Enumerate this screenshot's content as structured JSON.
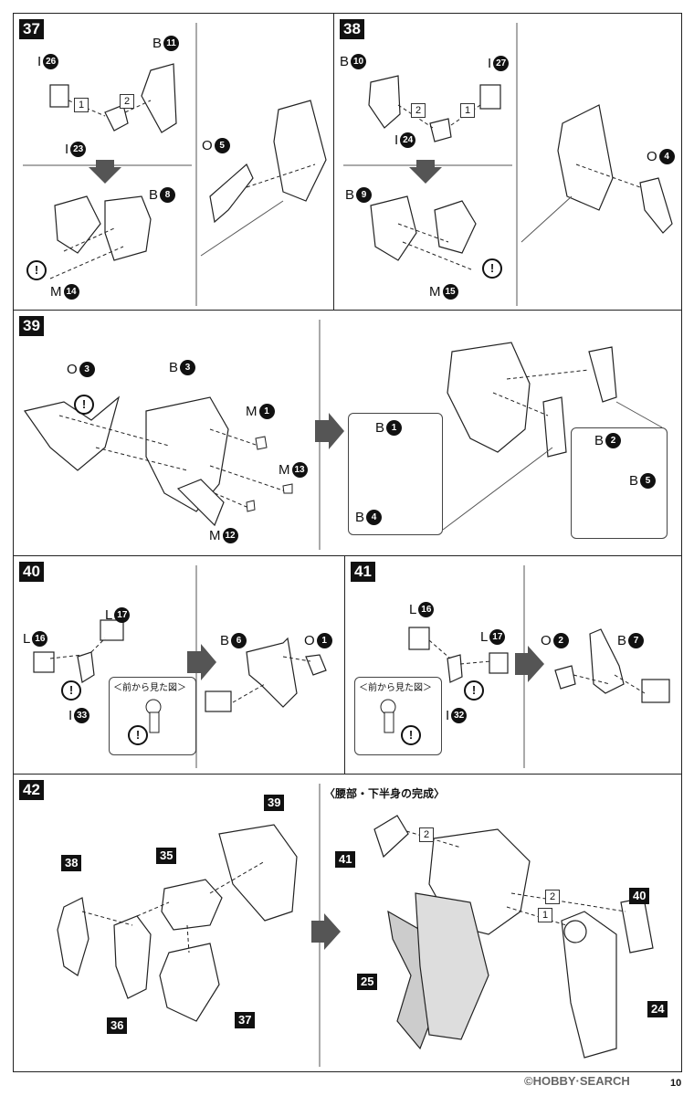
{
  "steps": {
    "s37": {
      "num": "37"
    },
    "s38": {
      "num": "38"
    },
    "s39": {
      "num": "39"
    },
    "s40": {
      "num": "40"
    },
    "s41": {
      "num": "41"
    },
    "s42": {
      "num": "42"
    }
  },
  "labels": {
    "s37": {
      "i26": "I",
      "n26": "26",
      "b11": "B",
      "n11": "11",
      "i23": "I",
      "n23": "23",
      "b8": "B",
      "n8": "8",
      "o5": "O",
      "n5": "5",
      "m14": "M",
      "n14": "14",
      "q1": "1",
      "q2": "2"
    },
    "s38": {
      "b10": "B",
      "n10": "10",
      "i27": "I",
      "n27": "27",
      "i24": "I",
      "n24": "24",
      "b9": "B",
      "n9": "9",
      "o4": "O",
      "n4": "4",
      "m15": "M",
      "n15": "15",
      "q1": "1",
      "q2": "2"
    },
    "s39": {
      "o3": "O",
      "n3": "3",
      "b3": "B",
      "nb3": "3",
      "m1": "M",
      "nm1": "1",
      "m13": "M",
      "nm13": "13",
      "m12": "M",
      "nm12": "12",
      "b1": "B",
      "nb1": "1",
      "b4": "B",
      "nb4": "4",
      "b2": "B",
      "nb2": "2",
      "b5": "B",
      "nb5": "5"
    },
    "s40": {
      "l17": "L",
      "n17": "17",
      "l16": "L",
      "n16": "16",
      "i33": "I",
      "n33": "33",
      "b6": "B",
      "n6": "6",
      "o1": "O",
      "n1": "1",
      "view": "＜前から見た図＞"
    },
    "s41": {
      "l16": "L",
      "n16": "16",
      "l17": "L",
      "n17": "17",
      "i32": "I",
      "n32": "32",
      "o2": "O",
      "n2": "2",
      "b7": "B",
      "n7": "7",
      "view": "＜前から見た図＞"
    },
    "s42": {
      "p38": "38",
      "p35": "35",
      "p39": "39",
      "p36": "36",
      "p37": "37",
      "complete": "〈腰部・下半身の完成〉",
      "p41": "41",
      "p40": "40",
      "p25": "25",
      "p24": "24",
      "q1": "1",
      "q2": "2",
      "q2b": "2"
    }
  },
  "warning_symbol": "!",
  "footer": {
    "brand": "©HOBBY·SEARCH",
    "page": "10"
  }
}
